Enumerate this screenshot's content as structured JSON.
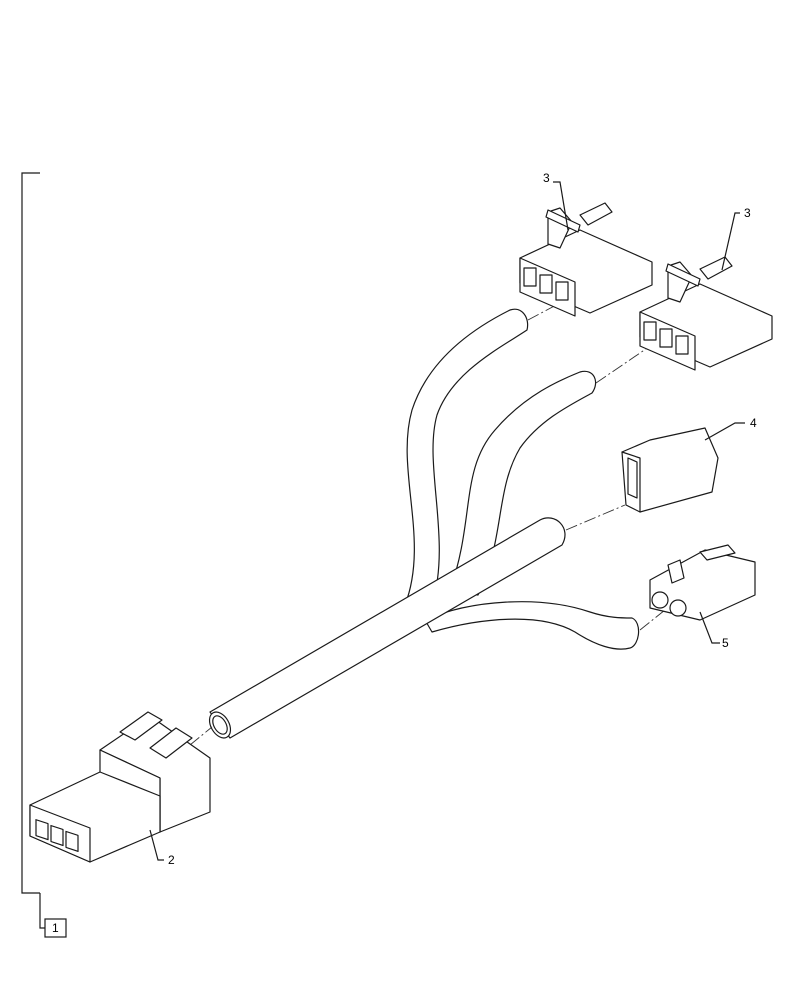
{
  "callouts": {
    "item_1": "1",
    "item_2": "2",
    "item_3a": "3",
    "item_3b": "3",
    "item_4": "4",
    "item_5": "5"
  }
}
